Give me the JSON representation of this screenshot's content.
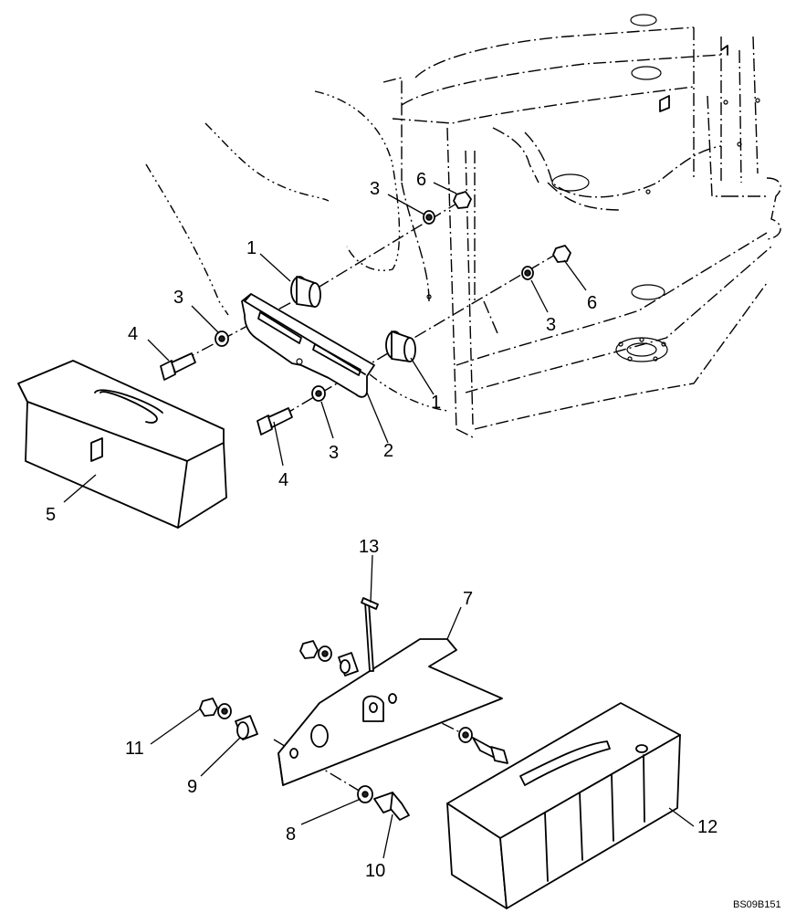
{
  "drawing": {
    "reference_code": "BS09B151",
    "callouts": {
      "c1a": "1",
      "c1b": "1",
      "c2": "2",
      "c3a": "3",
      "c3b": "3",
      "c3c": "3",
      "c3d": "3",
      "c4a": "4",
      "c4b": "4",
      "c5": "5",
      "c6a": "6",
      "c6b": "6",
      "c7": "7",
      "c8": "8",
      "c9": "9",
      "c10": "10",
      "c11": "11",
      "c12": "12",
      "c13": "13"
    }
  }
}
